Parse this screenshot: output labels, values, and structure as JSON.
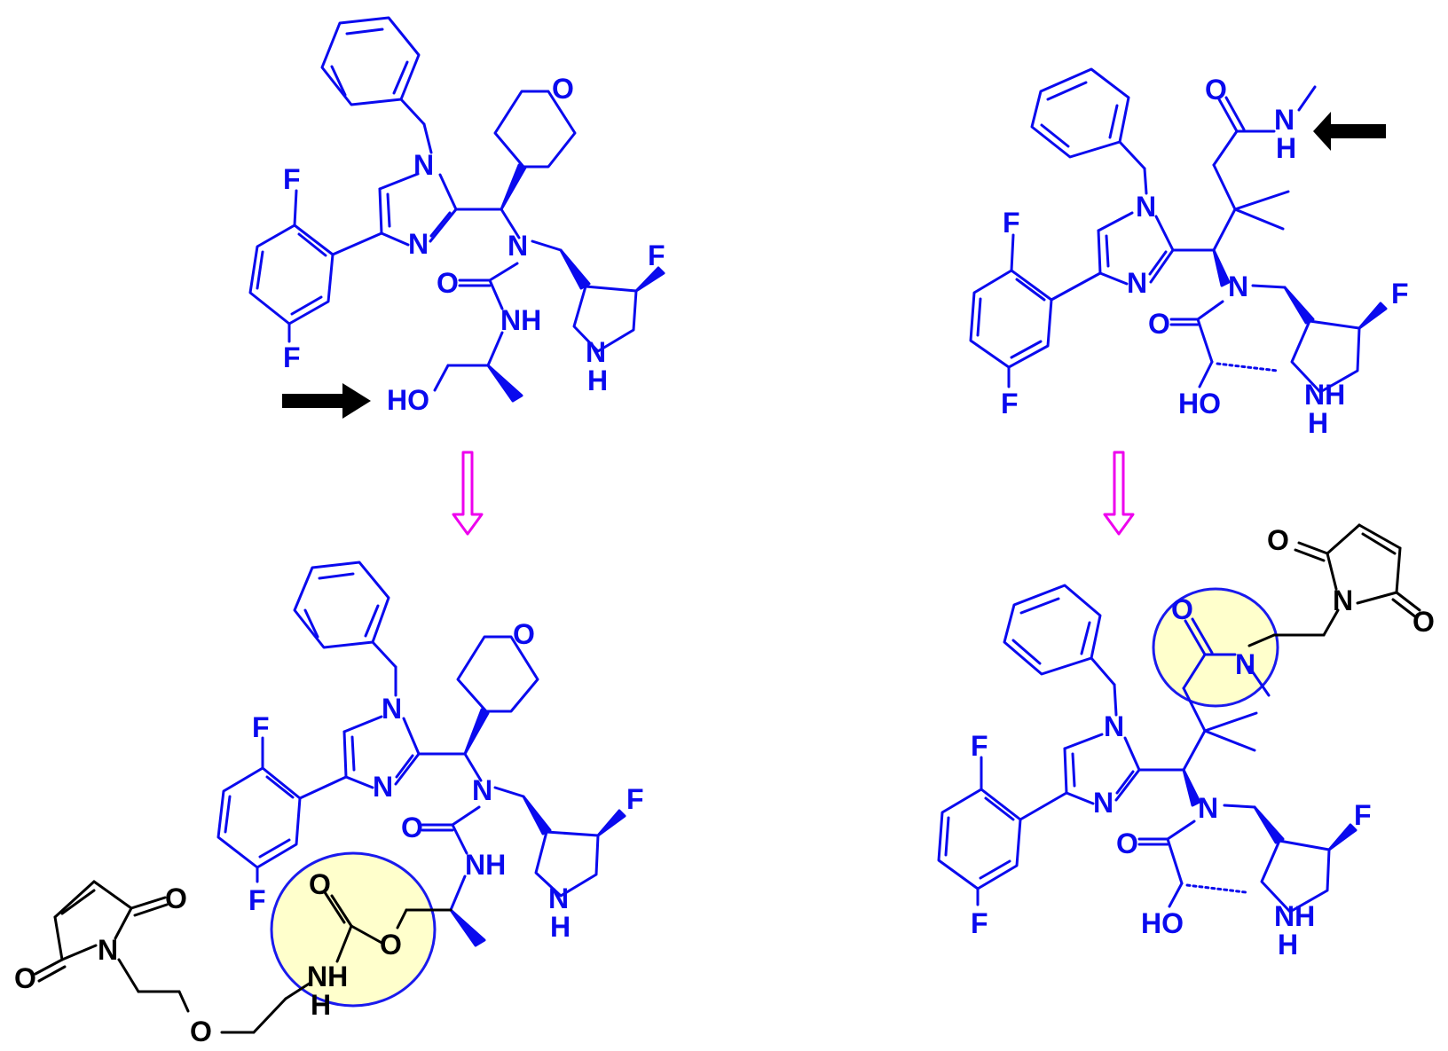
{
  "colors": {
    "blue": "#0a0aee",
    "black": "#000000",
    "magenta": "#ee00ee",
    "highlight_fill": "#ffffcc",
    "highlight_stroke": "#1a1aee"
  },
  "atoms": {
    "F": "F",
    "N": "N",
    "O": "O",
    "H": "H",
    "NH": "NH",
    "HO": "HO"
  },
  "panels": [
    {
      "name": "top-left-molecule",
      "has_arrow": true
    },
    {
      "name": "top-right-molecule",
      "has_arrow": true
    },
    {
      "name": "bottom-left-conjugate",
      "highlight": "carbamate"
    },
    {
      "name": "bottom-right-conjugate",
      "highlight": "amide"
    }
  ]
}
